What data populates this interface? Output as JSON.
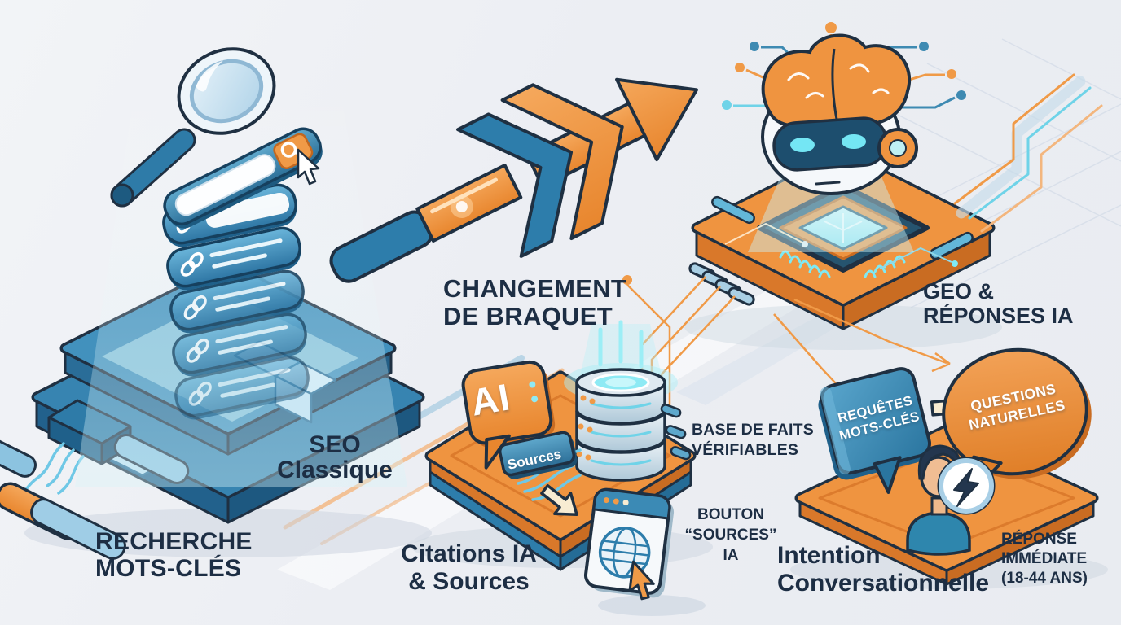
{
  "title": {
    "line1": "CHANGEMENT",
    "line2": "DE BRAQUET"
  },
  "seo": {
    "label_line1": "SEO",
    "label_line2": "Classique",
    "caption_line1": "RECHERCHE",
    "caption_line2": "MOTS-CLÉS"
  },
  "geo": {
    "label_line1": "GEO &",
    "label_line2": "RÉPONSES IA"
  },
  "citations": {
    "ai_badge": "AI",
    "sources_button": "Sources",
    "caption_line1": "Citations IA",
    "caption_line2": "& Sources",
    "fact_line1": "BASE DE FAITS",
    "fact_line2": "VÉRIFIABLES",
    "note_line1": "BOUTON",
    "note_line2": "“SOURCES”",
    "note_line3": "IA"
  },
  "intent": {
    "keywords_line1": "REQUÊTES",
    "keywords_line2": "MOTS-CLÉS",
    "questions_line1": "QUESTIONS",
    "questions_line2": "NATURELLES",
    "caption_line1": "Intention",
    "caption_line2": "Conversationnelle",
    "note_line1": "RÉPONSE",
    "note_line2": "IMMÉDIATE",
    "note_line3": "(18-44 ANS)"
  },
  "colors": {
    "ink": "#1f3042",
    "navy_text": "#1d2e44",
    "orange": "#EE9440",
    "orange_dark": "#D9782A",
    "blue": "#2F7FAD",
    "blue_light": "#7FC0DD",
    "cyan": "#7EE9F4",
    "cream": "#F8ECD2",
    "background": "#EDEFF3"
  },
  "icons": [
    "magnifier-icon",
    "search-bar",
    "link-bar",
    "cursor-icon",
    "shift-arrow",
    "robot-icon",
    "brain-icon",
    "circuit-board",
    "database-icon",
    "ai-speech-bubble",
    "sources-button",
    "browser-icon",
    "globe-icon",
    "keywords-bubble",
    "questions-bubble",
    "person-icon",
    "lightning-icon"
  ]
}
